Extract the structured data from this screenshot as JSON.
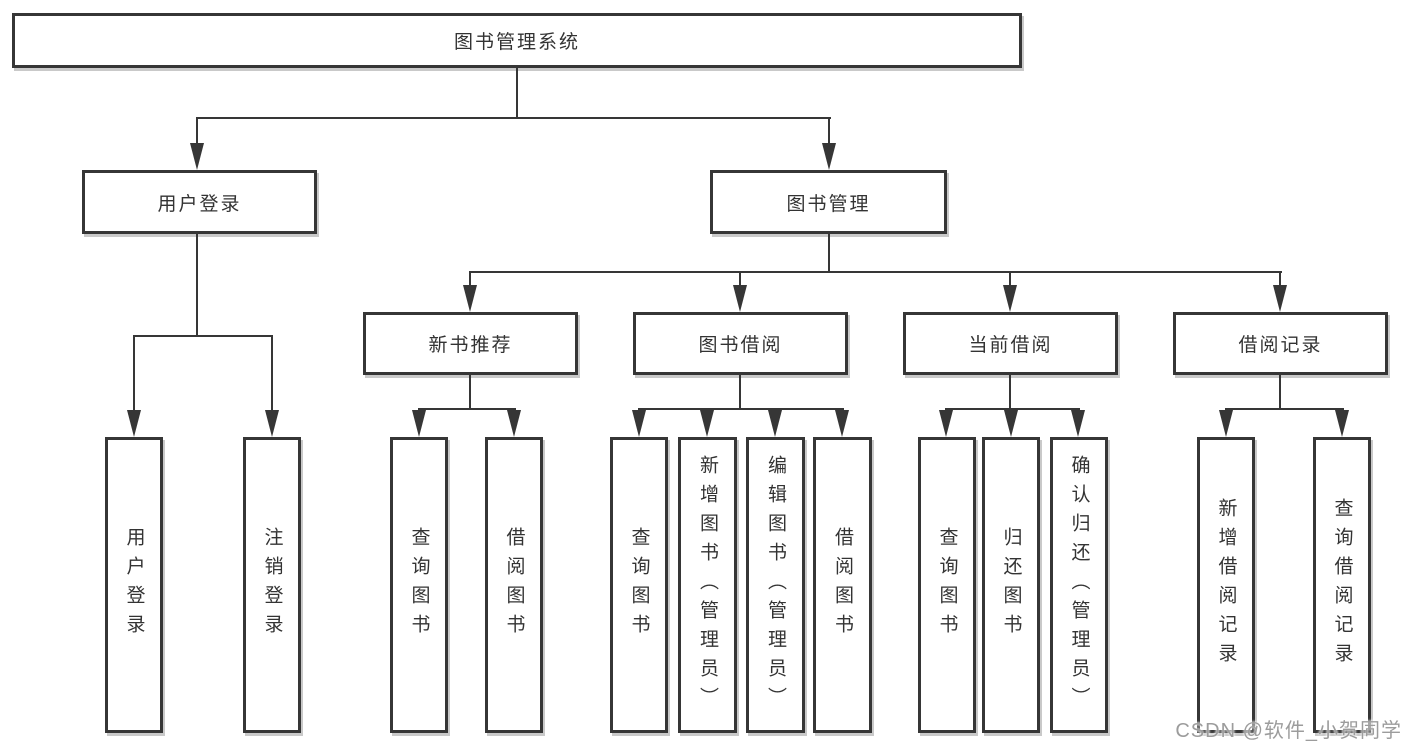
{
  "nodes": {
    "root": "图书管理系统",
    "level2": [
      "用户登录",
      "图书管理"
    ],
    "level3": [
      "新书推荐",
      "图书借阅",
      "当前借阅",
      "借阅记录"
    ],
    "leaves": {
      "user_login": [
        "用户登录",
        "注销登录"
      ],
      "new_book_recommend": [
        "查询图书",
        "借阅图书"
      ],
      "book_borrow": [
        "查询图书",
        "新增图书（管理员）",
        "编辑图书（管理员）",
        "借阅图书"
      ],
      "current_borrow": [
        "查询图书",
        "归还图书",
        "确认归还（管理员）"
      ],
      "borrow_records": [
        "新增借阅记录",
        "查询借阅记录"
      ]
    }
  },
  "watermark": "CSDN @软件_小贺同学",
  "colors": {
    "line": "#363636",
    "box_border": "#363636",
    "box_fill": "#ffffff",
    "text": "#333333",
    "watermark_text": "#9c9c9c",
    "background": "#ffffff"
  }
}
